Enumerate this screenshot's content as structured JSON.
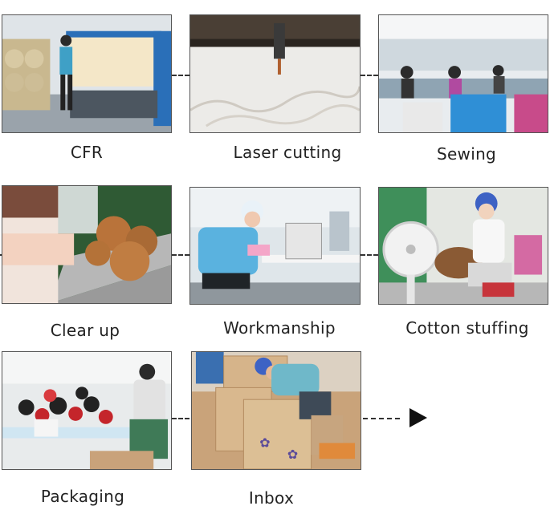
{
  "steps": [
    {
      "label": "CFR"
    },
    {
      "label": "Laser cutting"
    },
    {
      "label": "Sewing"
    },
    {
      "label": "Clear up"
    },
    {
      "label": "Workmanship"
    },
    {
      "label": "Cotton stuffing"
    },
    {
      "label": "Packaging"
    },
    {
      "label": "Inbox"
    }
  ],
  "icons": {
    "arrow": "right-arrow-icon"
  }
}
